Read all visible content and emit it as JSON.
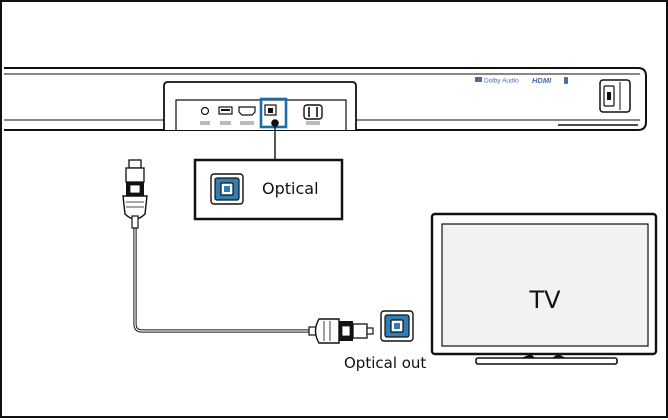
{
  "soundbar": {
    "badges": {
      "dolby": "Dolby Audio",
      "hdmi": "HDMI"
    }
  },
  "callout": {
    "port_label": "Optical"
  },
  "tv": {
    "label": "TV",
    "port_label": "Optical out"
  },
  "colors": {
    "line": "#111111",
    "highlight": "#1a6ea8",
    "port_fill": "#2f7fb6",
    "tv_screen": "#f2f2f2",
    "badge": "#4a6aa8"
  }
}
